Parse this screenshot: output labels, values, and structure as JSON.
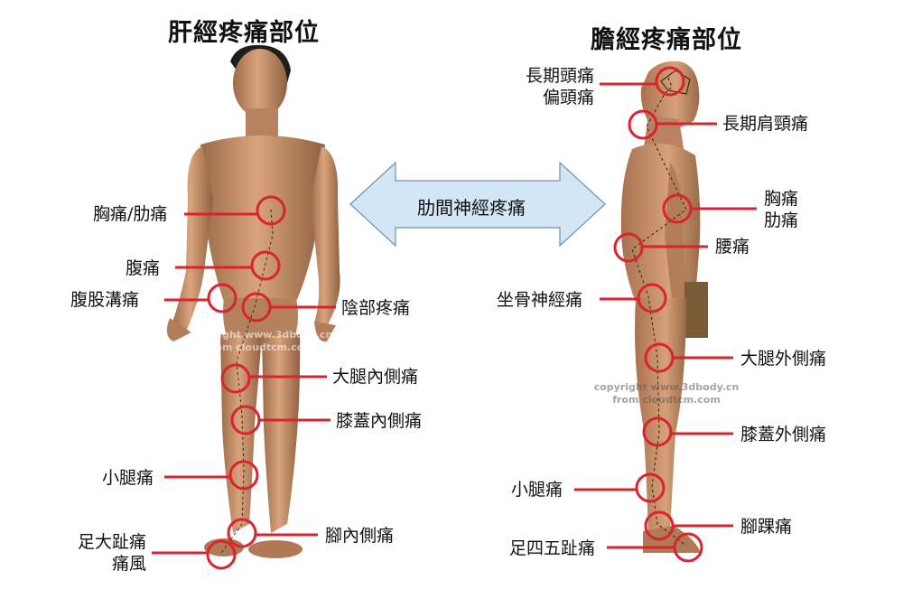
{
  "titles": {
    "liver": "肝經疼痛部位",
    "gallbladder": "膽經疼痛部位"
  },
  "center_arrow": "肋間神經疼痛",
  "liver_labels": {
    "chest": "胸痛/肋痛",
    "abdomen": "腹痛",
    "groin": "腹股溝痛",
    "genital": "陰部疼痛",
    "inner_thigh": "大腿內側痛",
    "inner_knee": "膝蓋內側痛",
    "calf": "小腿痛",
    "big_toe_1": "足大趾痛",
    "big_toe_2": "痛風",
    "inner_foot": "腳內側痛"
  },
  "gb_labels": {
    "head_1": "長期頭痛",
    "head_2": "偏頭痛",
    "neck": "長期肩頸痛",
    "chest_1": "胸痛",
    "chest_2": "肋痛",
    "waist": "腰痛",
    "sciatic": "坐骨神經痛",
    "outer_thigh": "大腿外側痛",
    "outer_knee": "膝蓋外側痛",
    "calf": "小腿痛",
    "ankle": "腳踝痛",
    "toes": "足四五趾痛"
  },
  "watermarks": {
    "line1": "copyright www.3dbody.cn",
    "line2": "from cloudtcm.com"
  },
  "colors": {
    "marker": "#d9232e",
    "skin": "#c9926a",
    "arrow_fill": "#d3e6f5",
    "arrow_stroke": "#6f8fae"
  }
}
